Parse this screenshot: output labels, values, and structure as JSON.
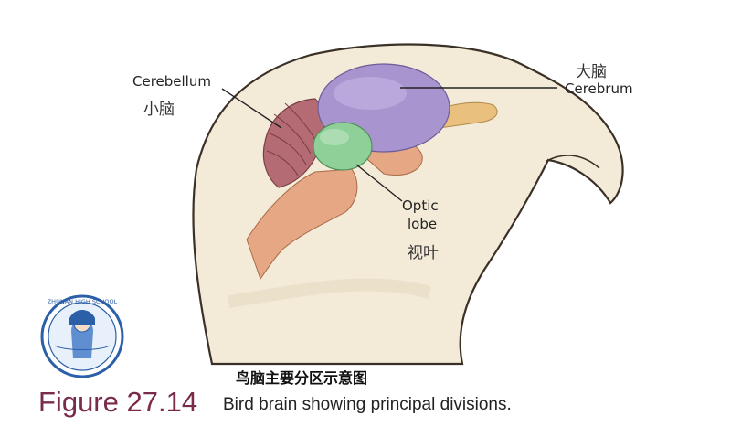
{
  "labels": {
    "cerebellum_en": "Cerebellum",
    "cerebellum_zh": "小脑",
    "cerebrum_zh": "大脑",
    "cerebrum_en": "Cerebrum",
    "optic_en_1": "Optic",
    "optic_en_2": "lobe",
    "optic_zh": "视叶"
  },
  "caption": {
    "chinese": "鸟脑主要分区示意图",
    "figure_number": "Figure 27.14",
    "text": "Bird brain showing principal divisions."
  },
  "logo": {
    "text": "ZHUNAN HIGH SCHOOL"
  },
  "colors": {
    "head": "#f3ead8",
    "cerebrum": "#a895cf",
    "cerebellum": "#b56b73",
    "optic_lobe": "#8fcf98",
    "stem": "#e6a784",
    "olfactory": "#e9c07e",
    "caption_number": "#7a2a4a"
  }
}
